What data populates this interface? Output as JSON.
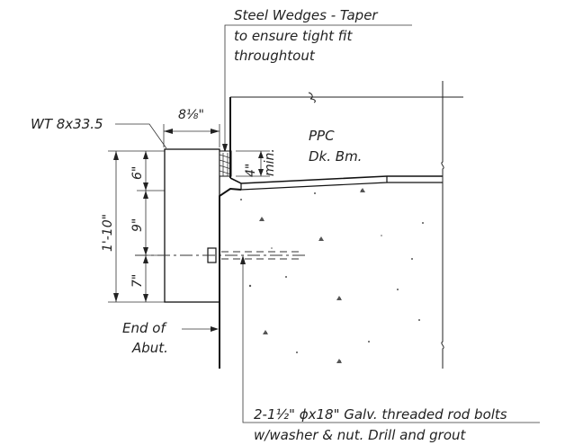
{
  "labels": {
    "wedges_line1": "Steel Wedges - Taper",
    "wedges_line2": "to ensure tight fit",
    "wedges_line3": "throughtout",
    "wt_section": "WT 8x33.5",
    "ppc_line1": "PPC",
    "ppc_line2": "Dk. Bm.",
    "end_abut_line1": "End of",
    "end_abut_line2": "Abut.",
    "rod_line1": "2-1½\" ϕx18\" Galv. threaded rod bolts",
    "rod_line2": "w/washer & nut.  Drill and grout"
  },
  "dimensions": {
    "width_top": "8⅛\"",
    "min_clear": "4\"",
    "min_clear_note": "min.",
    "overall": "1'-10\"",
    "seg_top": "6\"",
    "seg_mid": "9\"",
    "seg_bot": "7\""
  }
}
